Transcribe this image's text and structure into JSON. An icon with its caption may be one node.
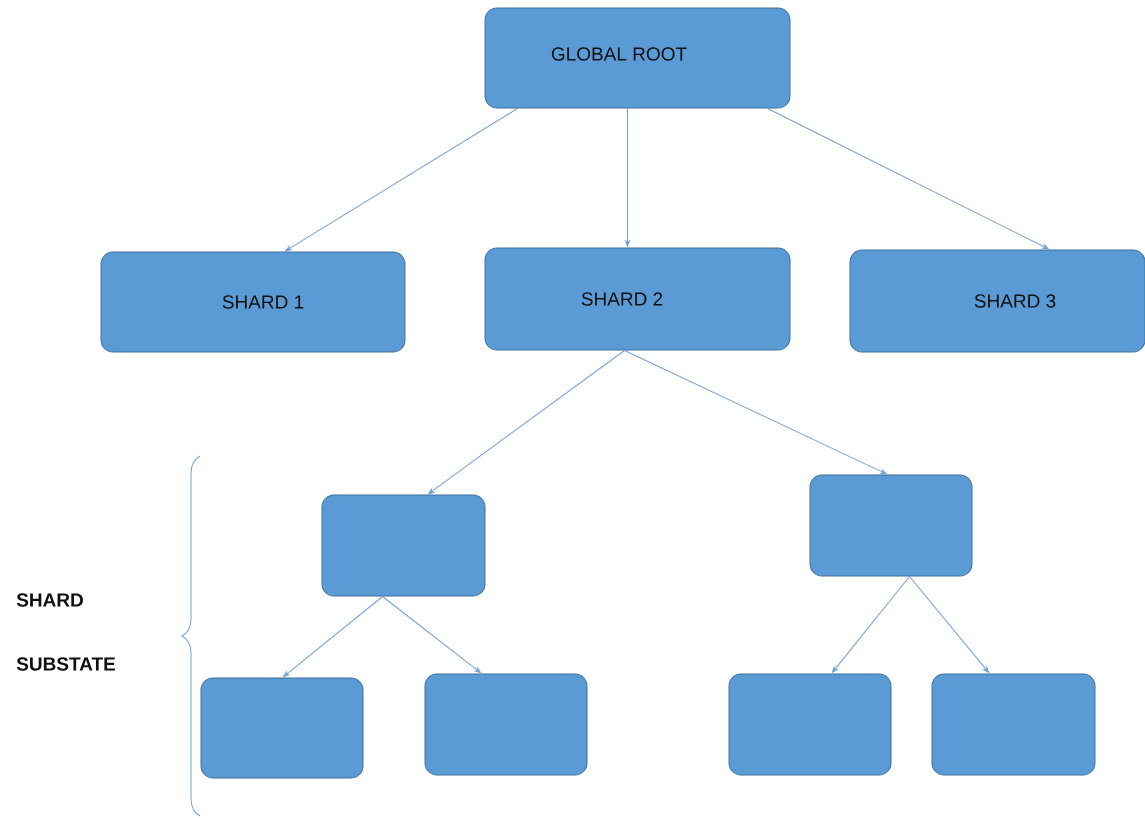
{
  "diagram": {
    "nodes": [
      {
        "text": [
          "GLOBAL ROOT"
        ]
      },
      {
        "text": [
          "SHARD 1"
        ]
      },
      {
        "text": [
          "SHARD 2"
        ]
      },
      {
        "text": [
          "SHARD 3"
        ]
      },
      {
        "text": [],
        "shape": "box"
      },
      {
        "text": [],
        "shape": "box"
      },
      {
        "text": [],
        "shape": "box"
      },
      {
        "text": [],
        "shape": "box"
      },
      {
        "text": [],
        "shape": "box"
      },
      {
        "text": [],
        "shape": "box"
      }
    ],
    "edges": [
      {
        "from": 0,
        "to": 1,
        "arrow": "to"
      },
      {
        "from": 0,
        "to": 2,
        "arrow": "to"
      },
      {
        "from": 0,
        "to": 3,
        "arrow": "to"
      },
      {
        "from": 2,
        "to": 4,
        "arrow": "to"
      },
      {
        "from": 2,
        "to": 5,
        "arrow": "to"
      },
      {
        "from": 4,
        "to": 6,
        "arrow": "to"
      },
      {
        "from": 4,
        "to": 7,
        "arrow": "to"
      },
      {
        "from": 5,
        "to": 8,
        "arrow": "to"
      },
      {
        "from": 5,
        "to": 9,
        "arrow": "to"
      }
    ],
    "labels": [
      "SHARD",
      "SUBSTATE"
    ]
  }
}
